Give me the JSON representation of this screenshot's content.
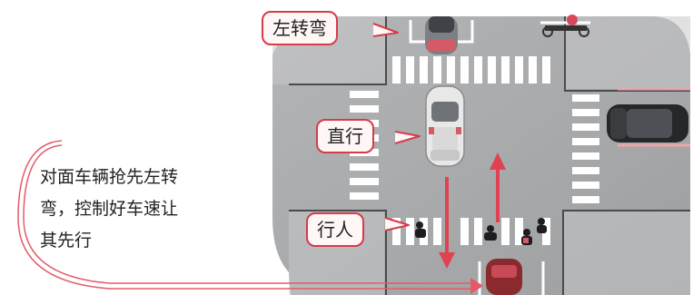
{
  "labels": {
    "left_turn": "左转弯",
    "straight": "直行",
    "pedestrian": "行人"
  },
  "note": {
    "lines": [
      "对面车辆抢先左转",
      "弯，控制好车速让",
      "其先行"
    ]
  },
  "colors": {
    "road": "#a7a9ab",
    "callout_border": "#d63b4a",
    "arrow": "#e0434f",
    "note_line": "#e45a67"
  }
}
